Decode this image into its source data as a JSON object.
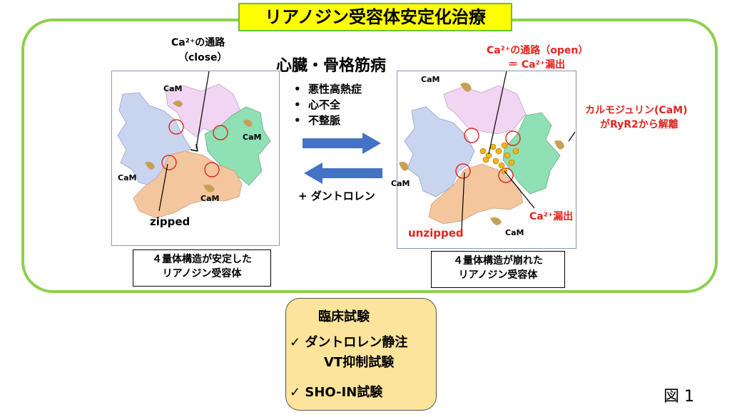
{
  "title": "リアノジン受容体安定化治療",
  "figure_label": "図 1",
  "center": {
    "heading": "心臓・骨格筋病",
    "diseases": [
      "悪性高熱症",
      "心不全",
      "不整脈"
    ],
    "bullet": "•",
    "drug": "+ ダントロレン"
  },
  "left_panel": {
    "channel_label_line1": "Ca²⁺の通路",
    "channel_label_line2": "（close）",
    "cam": "CaM",
    "zipped": "zipped",
    "caption_line1": "４量体構造が安定した",
    "caption_line2": "リアノジン受容体"
  },
  "right_panel": {
    "channel_label_line1": "Ca²⁺の通路（open）",
    "channel_label_line2": "＝ Ca²⁺漏出",
    "cam": "CaM",
    "unzipped": "unzipped",
    "leak": "Ca²⁺漏出",
    "dissociation_line1": "カルモジュリン(CaM)",
    "dissociation_line2": "がRyR2から解離",
    "caption_line1": "４量体構造が崩れた",
    "caption_line2": "リアノジン受容体"
  },
  "clinical": {
    "heading": "臨床試験",
    "check": "✓",
    "item1_line1": "ダントロレン静注",
    "item1_line2": "VT抑制試験",
    "item2": "SHO-IN試験"
  },
  "colors": {
    "title_bg": "#ffff00",
    "frame_green": "#8dd04c",
    "arrow_blue": "#4472c4",
    "red_text": "#e0261d",
    "clinical_bg": "#fde49b",
    "subunit_pink": "#f2d5f2",
    "subunit_green": "#8fe0b4",
    "subunit_blue": "#c9d4ef",
    "subunit_orange": "#f3c69e",
    "cam_brown": "#c7a056",
    "ca_ion": "#f5b21a"
  }
}
